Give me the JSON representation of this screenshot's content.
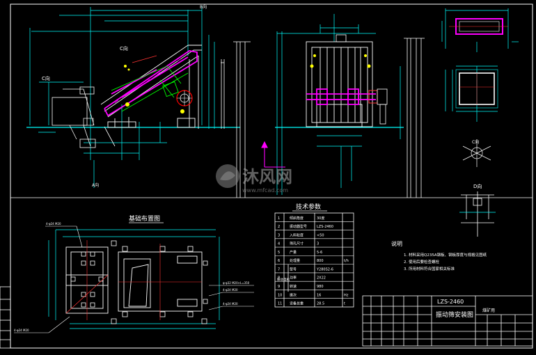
{
  "drawing": {
    "section_foundation": "基础布置图",
    "section_tech": "技术参数",
    "section_notes": "说明",
    "detail_mark": "D向",
    "view_marks": [
      "C向",
      "C向",
      "B向",
      "A向",
      "C向"
    ],
    "watermark_text": "沐风网",
    "watermark_url": "www.mfcad.com"
  },
  "tech_table": {
    "rows": [
      {
        "no": "1",
        "name": "倾斜角度",
        "value": "30度",
        "unit": ""
      },
      {
        "no": "2",
        "name": "振动器型号",
        "value": "LZS-2460",
        "unit": ""
      },
      {
        "no": "3",
        "name": "入料粒度",
        "value": "<50",
        "unit": ""
      },
      {
        "no": "4",
        "name": "筛孔尺寸",
        "value": "3",
        "unit": ""
      },
      {
        "no": "5",
        "name": "产量",
        "value": "5-6",
        "unit": ""
      },
      {
        "no": "6",
        "name": "处理量",
        "value": "800",
        "unit": "t/h"
      },
      {
        "no": "7",
        "name": "型号",
        "value": "Y280S2-6",
        "unit": ""
      },
      {
        "no": "8",
        "name": "功率",
        "value": "2X22",
        "unit": ""
      },
      {
        "no": "9",
        "name": "转速",
        "value": "980",
        "unit": ""
      },
      {
        "no": "10",
        "name": "振次",
        "value": "16",
        "unit": "Hz"
      },
      {
        "no": "11",
        "name": "设备总重",
        "value": "28.5",
        "unit": "t"
      }
    ],
    "motor_group_label": "振动电机"
  },
  "notes": [
    "1. 材料采用Q235A钢板、钢板厚度与规格见图纸",
    "2. 使用后要检查螺栓",
    "3. 所用材料符合国家相关标准"
  ],
  "title_block": {
    "model": "LZS-2460",
    "drawing_title": "振动筛安装图",
    "project": "煤矿用"
  },
  "callouts": {
    "c1": "4-φ24 M20",
    "c2": "φ-φ32 M20×L=350",
    "c3": "4-φ24 M20",
    "c4": "4-φ24 M20",
    "c5": "4-φ24 M20"
  }
}
